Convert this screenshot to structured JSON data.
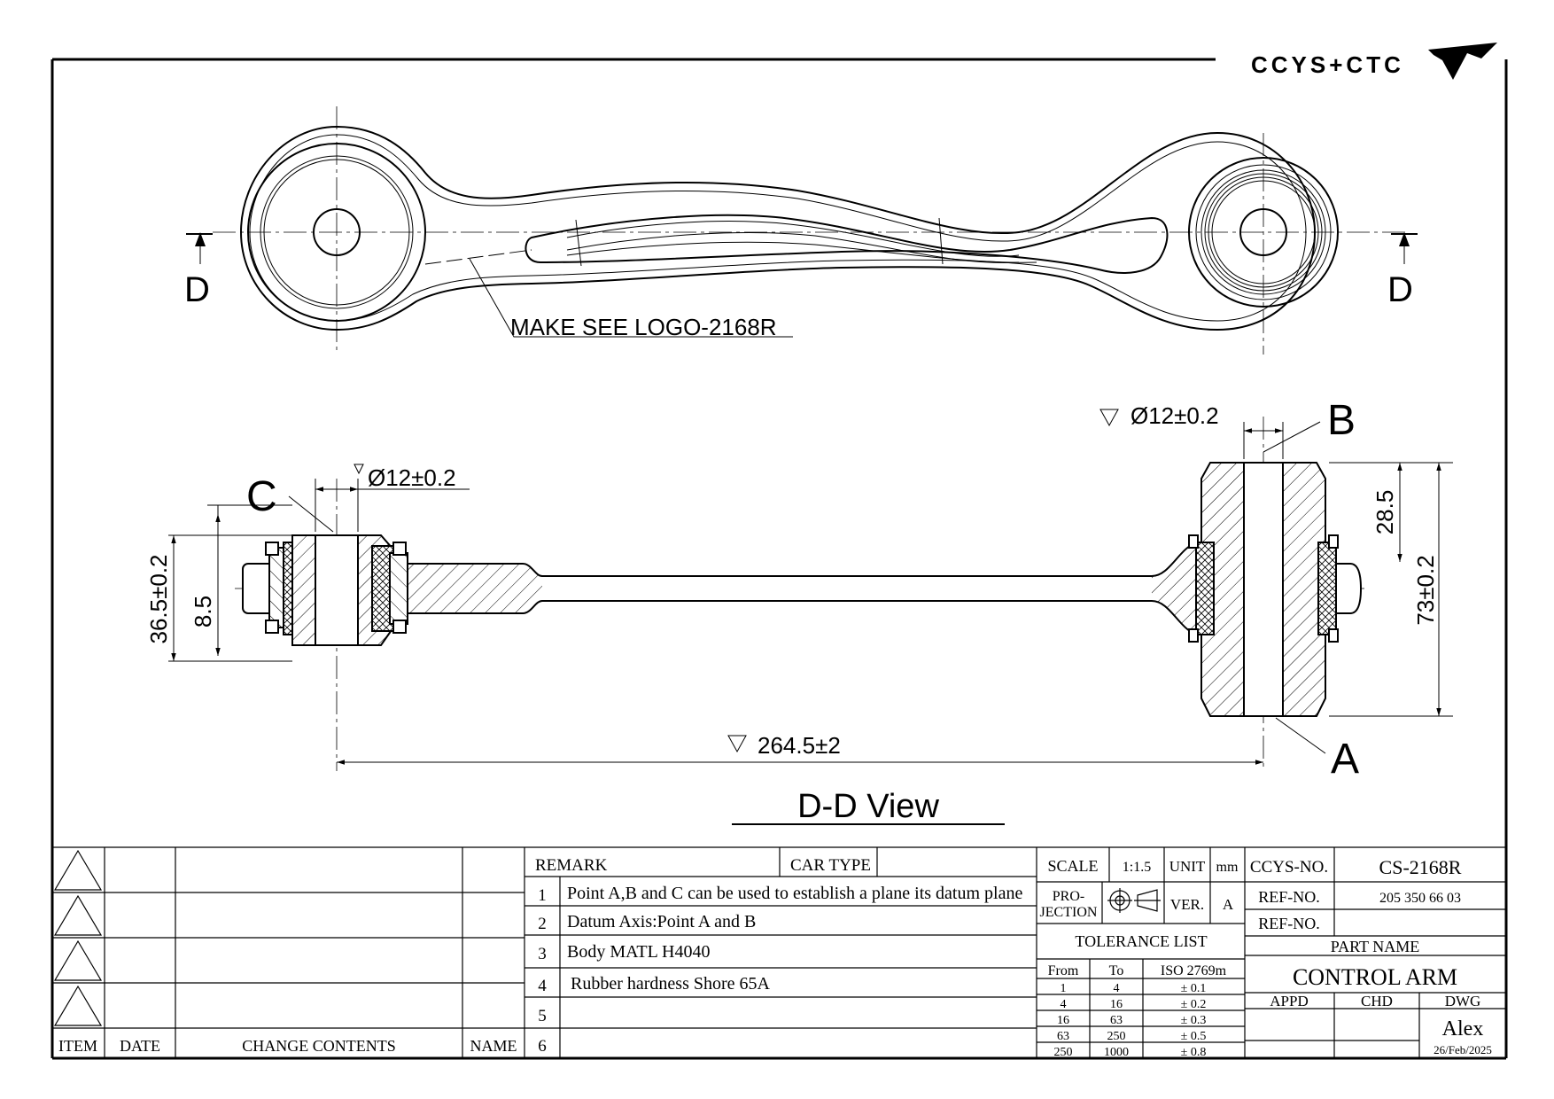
{
  "brand": {
    "logo_text": "CCYS+CTC"
  },
  "top_view": {
    "section_label_left": "D",
    "section_label_right": "D",
    "logo_note": "MAKE SEE LOGO-2168R"
  },
  "section_view": {
    "title": "D-D View",
    "dim_hole_c": "Ø12±0.2",
    "dim_hole_b": "Ø12±0.2",
    "dim_length": "264.5±2",
    "dim_height_left": "36.5±0.2",
    "dim_offset_left": "8.5",
    "dim_height_right": "73±0.2",
    "dim_offset_right": "28.5",
    "point_a": "A",
    "point_b": "B",
    "point_c": "C"
  },
  "revision_table": {
    "headers": {
      "item": "ITEM",
      "date": "DATE",
      "change": "CHANGE CONTENTS",
      "name": "NAME"
    }
  },
  "remarks": {
    "header": "REMARK",
    "car_type_label": "CAR TYPE",
    "rows": [
      {
        "no": "1",
        "text": "Point A,B and C can be used to establish a plane its datum plane"
      },
      {
        "no": "2",
        "text": "Datum Axis:Point A and B"
      },
      {
        "no": "3",
        "text": "Body MATL H4040"
      },
      {
        "no": "4",
        "text": "Rubber hardness Shore 65A"
      },
      {
        "no": "5",
        "text": ""
      },
      {
        "no": "6",
        "text": ""
      }
    ]
  },
  "scale_block": {
    "scale_label": "SCALE",
    "scale_value": "1:1.5",
    "unit_label": "UNIT",
    "unit_value": "mm",
    "projection_label_1": "PRO-",
    "projection_label_2": "JECTION",
    "ver_label": "VER.",
    "ver_value": "A"
  },
  "tolerance": {
    "title": "TOLERANCE LIST",
    "headers": {
      "from": "From",
      "to": "To",
      "std": "ISO 2769m"
    },
    "rows": [
      {
        "from": "1",
        "to": "4",
        "tol": "± 0.1"
      },
      {
        "from": "4",
        "to": "16",
        "tol": "± 0.2"
      },
      {
        "from": "16",
        "to": "63",
        "tol": "± 0.3"
      },
      {
        "from": "63",
        "to": "250",
        "tol": "± 0.5"
      },
      {
        "from": "250",
        "to": "1000",
        "tol": "± 0.8"
      }
    ]
  },
  "title_block": {
    "ccys_no_label": "CCYS-NO.",
    "ccys_no_value": "CS-2168R",
    "ref_no_label_1": "REF-NO.",
    "ref_no_value_1": "205 350 66 03",
    "ref_no_label_2": "REF-NO.",
    "ref_no_value_2": "",
    "part_name_label": "PART NAME",
    "part_name_value": "CONTROL ARM",
    "appd_label": "APPD",
    "chd_label": "CHD",
    "dwg_label": "DWG",
    "dwg_name": "Alex",
    "dwg_date": "26/Feb/2025"
  }
}
